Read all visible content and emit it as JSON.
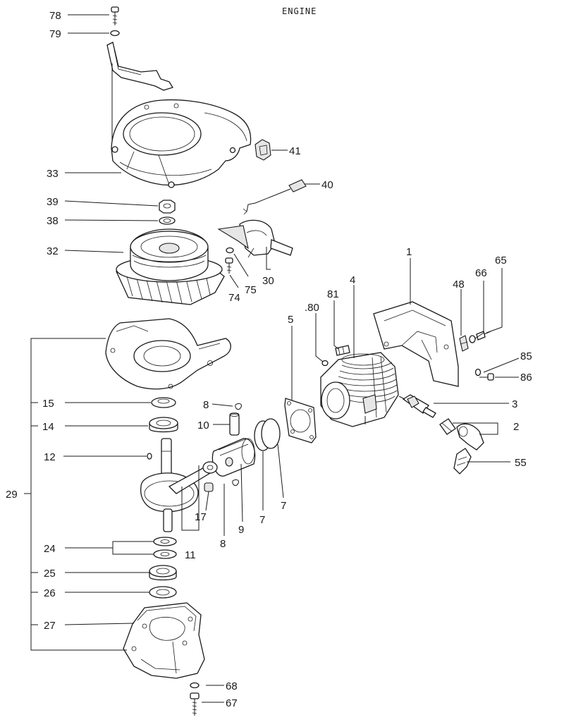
{
  "title": "ENGINE",
  "callouts": [
    "78",
    "79",
    "33",
    "41",
    "40",
    "39",
    "38",
    "32",
    "30",
    "75",
    "74",
    "1",
    "65",
    "66",
    "48",
    "81",
    "80",
    "4",
    "5",
    "85",
    "86",
    "15",
    "8",
    "14",
    "10",
    "3",
    "2",
    "12",
    "29",
    "55",
    "7",
    "7",
    "17",
    "9",
    "11",
    "8",
    "24",
    "25",
    "26",
    "27",
    "68",
    "67"
  ],
  "colors": {
    "line": "#1a1a1a",
    "background": "#ffffff"
  }
}
